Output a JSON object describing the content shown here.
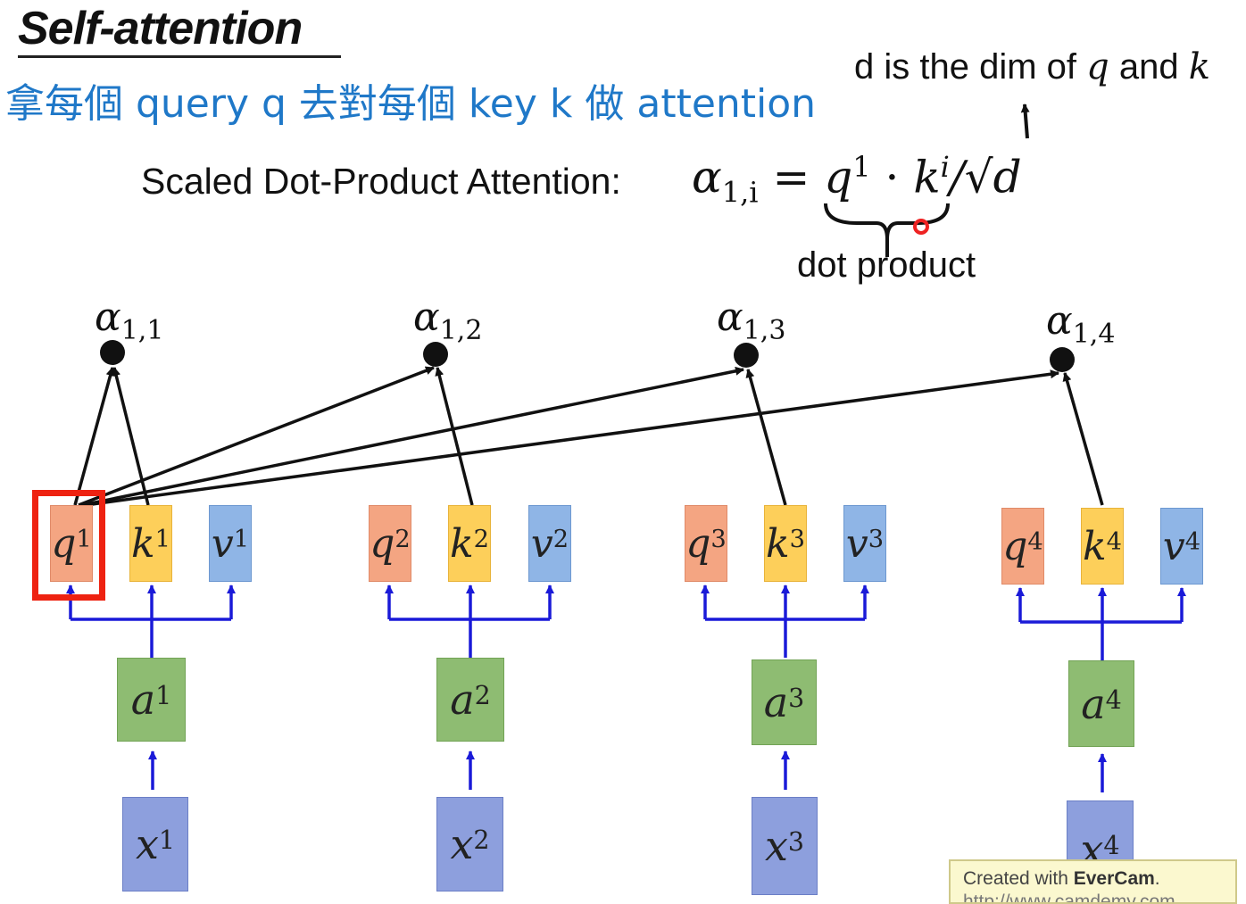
{
  "title": "Self-attention",
  "subtitle": "拿每個 query q 去對每個  key k 做 attention",
  "note": {
    "prefix": "d is the dim of",
    "q": "q",
    "and": "and",
    "k": "k"
  },
  "formula": {
    "label": "Scaled Dot-Product Attention:",
    "alpha": "α",
    "alpha_sub": "1,i",
    "equals": "=",
    "q": "q",
    "q_sup": "1",
    "dot": "·",
    "k": "k",
    "k_sup": "i",
    "sqrt_d": "/√d",
    "brace_label": "dot product"
  },
  "alphas": [
    {
      "sym": "α",
      "sub": "1,1"
    },
    {
      "sym": "α",
      "sub": "1,2"
    },
    {
      "sym": "α",
      "sub": "1,3"
    },
    {
      "sym": "α",
      "sub": "1,4"
    }
  ],
  "columns": [
    {
      "q": "q",
      "k": "k",
      "v": "v",
      "a": "a",
      "x": "x",
      "idx": "1"
    },
    {
      "q": "q",
      "k": "k",
      "v": "v",
      "a": "a",
      "x": "x",
      "idx": "2"
    },
    {
      "q": "q",
      "k": "k",
      "v": "v",
      "a": "a",
      "x": "x",
      "idx": "3"
    },
    {
      "q": "q",
      "k": "k",
      "v": "v",
      "a": "a",
      "x": "x",
      "idx": "4"
    }
  ],
  "highlighted": "q1",
  "watermark": {
    "prefix": "Created with",
    "brand": "EverCam",
    "suffix": ".",
    "url": "http://www.camdemy.com"
  },
  "colors": {
    "subtitle": "#1f78c8",
    "q": "#f4a582",
    "k": "#fdcf5a",
    "v": "#8fb5e6",
    "a": "#8ebc72",
    "x": "#8d9fdd",
    "arrow_blue": "#1a1ad8",
    "highlight": "#ee2211"
  }
}
